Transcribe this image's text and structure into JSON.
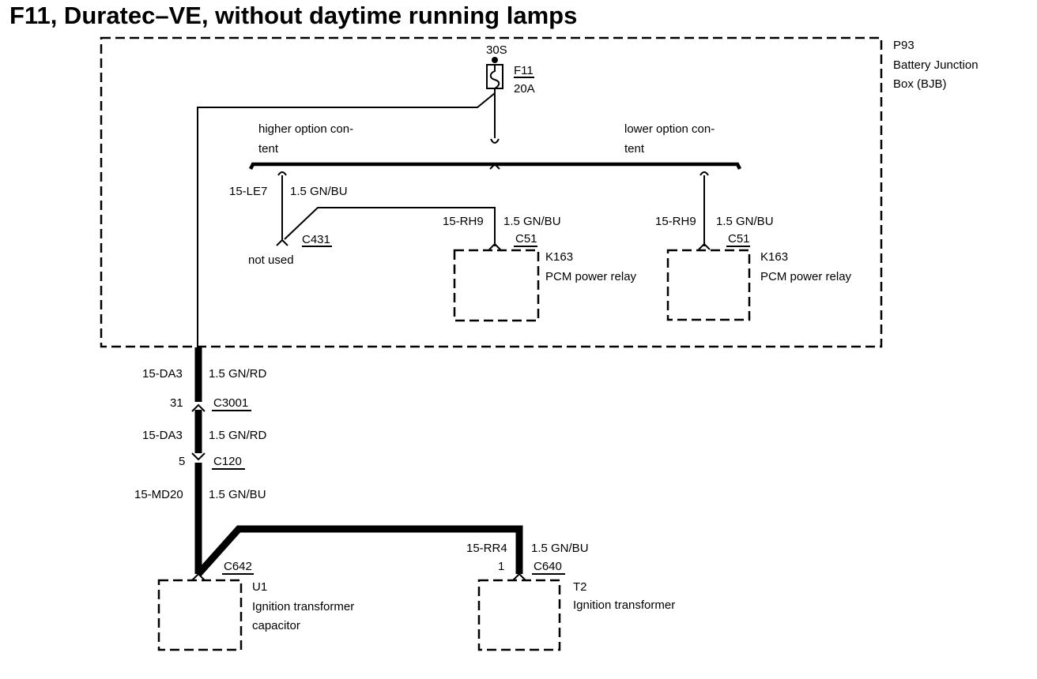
{
  "title": "F11, Duratec–VE, without daytime running lamps",
  "bjb": {
    "id": "P93",
    "name_line1": "Battery Junction",
    "name_line2": "Box (BJB)"
  },
  "fuse": {
    "supply": "30S",
    "id": "F11",
    "rating": "20A"
  },
  "options": {
    "higher_line1": "higher option con-",
    "higher_line2": "tent",
    "lower_line1": "lower option con-",
    "lower_line2": "tent"
  },
  "wire_le7": {
    "circuit": "15-LE7",
    "spec": "1.5 GN/BU",
    "connector": "C431",
    "note": "not used"
  },
  "wire_rh9_left": {
    "circuit": "15-RH9",
    "spec": "1.5 GN/BU",
    "connector": "C51"
  },
  "wire_rh9_right": {
    "circuit": "15-RH9",
    "spec": "1.5 GN/BU",
    "connector": "C51"
  },
  "relay_left": {
    "id": "K163",
    "name": "PCM power relay"
  },
  "relay_right": {
    "id": "K163",
    "name": "PCM power relay"
  },
  "wire_da3_top": {
    "circuit": "15-DA3",
    "spec": "1.5 GN/RD"
  },
  "conn_c3001": {
    "pin": "31",
    "id": "C3001"
  },
  "wire_da3_bottom": {
    "circuit": "15-DA3",
    "spec": "1.5 GN/RD"
  },
  "conn_c120": {
    "pin": "5",
    "id": "C120"
  },
  "wire_md20": {
    "circuit": "15-MD20",
    "spec": "1.5 GN/BU"
  },
  "u1": {
    "connector": "C642",
    "id": "U1",
    "name_line1": "Ignition transformer",
    "name_line2": "capacitor"
  },
  "wire_rr4": {
    "circuit": "15-RR4",
    "spec": "1.5 GN/BU",
    "pin": "1",
    "connector": "C640"
  },
  "t2": {
    "id": "T2",
    "name": "Ignition transformer"
  }
}
